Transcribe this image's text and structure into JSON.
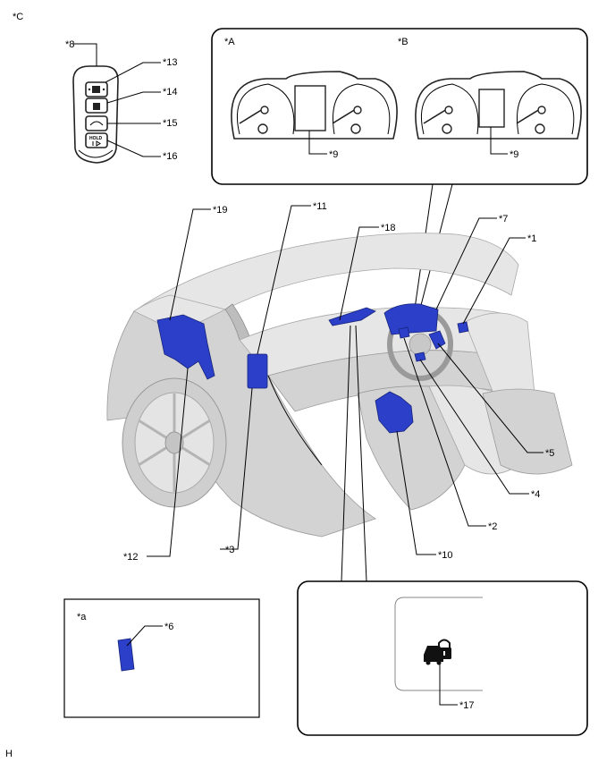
{
  "corner_labels": {
    "top_left": "*C",
    "bottom_left": "H"
  },
  "inset_meter": {
    "label_a": "*A",
    "label_b": "*B",
    "callout_a": "*9",
    "callout_b": "*9"
  },
  "inset_a": {
    "label": "*a",
    "callout": "*6"
  },
  "inset_key": {
    "callout_key": "*8",
    "callout_lock": "*13",
    "callout_unlock": "*14",
    "callout_trunk": "*15",
    "callout_panic": "*16",
    "hold_text": "HOLD"
  },
  "inset_indicator": {
    "callout": "*17"
  },
  "main_callouts": {
    "c1": "*1",
    "c2": "*2",
    "c3": "*3",
    "c4": "*4",
    "c5": "*5",
    "c7": "*7",
    "c10": "*10",
    "c11": "*11",
    "c12": "*12",
    "c18": "*18",
    "c19": "*19"
  },
  "colors": {
    "component_highlight": "#2b3fc9",
    "vehicle_body": "#d3d3d3",
    "line": "#000000"
  },
  "icons": [
    "smart-key-icon",
    "combination-meter-icon",
    "security-indicator-icon"
  ]
}
